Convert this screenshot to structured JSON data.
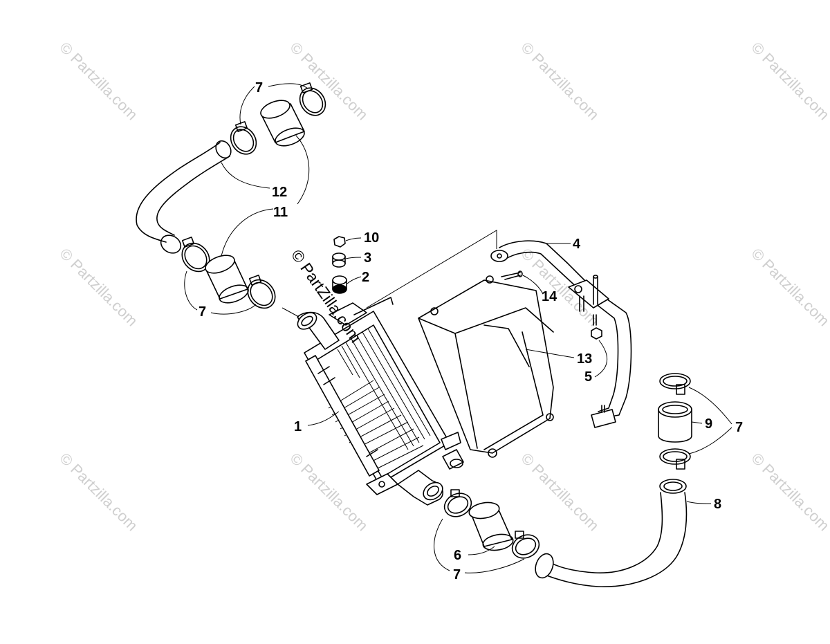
{
  "watermark": {
    "text": "© Partzilla.com",
    "center_text": "© PartZilla.com",
    "colors": {
      "faint": "#cfcfcf",
      "main": "#000000"
    }
  },
  "callouts": [
    {
      "id": "c1",
      "label": "1"
    },
    {
      "id": "c2",
      "label": "2"
    },
    {
      "id": "c3",
      "label": "3"
    },
    {
      "id": "c4",
      "label": "4"
    },
    {
      "id": "c5",
      "label": "5"
    },
    {
      "id": "c6",
      "label": "6"
    },
    {
      "id": "c7a",
      "label": "7"
    },
    {
      "id": "c7b",
      "label": "7"
    },
    {
      "id": "c7c",
      "label": "7"
    },
    {
      "id": "c7d",
      "label": "7"
    },
    {
      "id": "c8",
      "label": "8"
    },
    {
      "id": "c9",
      "label": "9"
    },
    {
      "id": "c10",
      "label": "10"
    },
    {
      "id": "c11",
      "label": "11"
    },
    {
      "id": "c12",
      "label": "12"
    },
    {
      "id": "c13",
      "label": "13"
    },
    {
      "id": "c14",
      "label": "14"
    }
  ]
}
